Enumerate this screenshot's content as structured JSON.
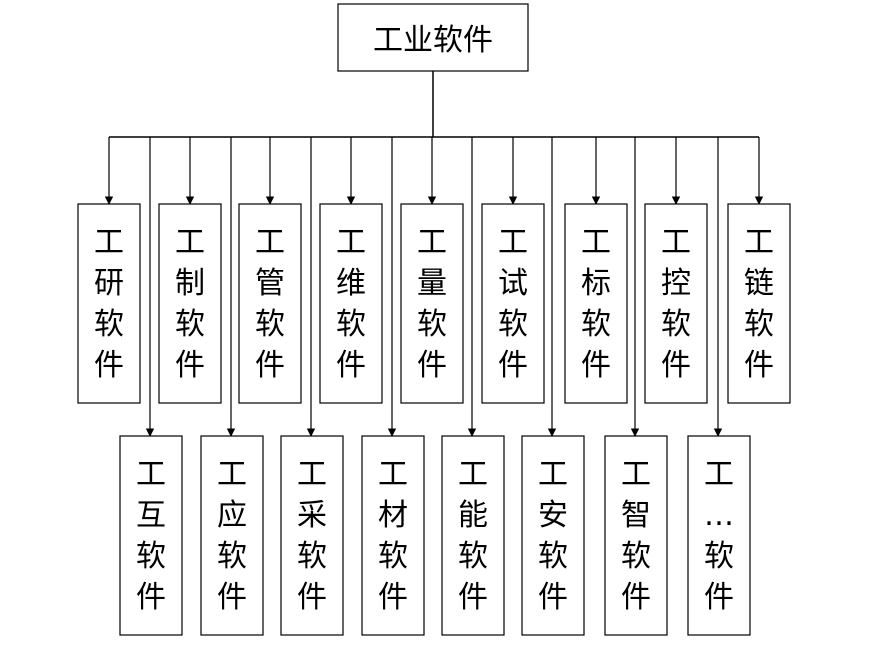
{
  "root": {
    "label": "工业软件"
  },
  "top_row": [
    {
      "label": "工研软件"
    },
    {
      "label": "工制软件"
    },
    {
      "label": "工管软件"
    },
    {
      "label": "工维软件"
    },
    {
      "label": "工量软件"
    },
    {
      "label": "工试软件"
    },
    {
      "label": "工标软件"
    },
    {
      "label": "工控软件"
    },
    {
      "label": "工链软件"
    }
  ],
  "bottom_row": [
    {
      "label": "工互软件"
    },
    {
      "label": "工应软件"
    },
    {
      "label": "工采软件"
    },
    {
      "label": "工材软件"
    },
    {
      "label": "工能软件"
    },
    {
      "label": "工安软件"
    },
    {
      "label": "工智软件"
    },
    {
      "label": "工…软件"
    }
  ],
  "colors": {
    "stroke": "#000000",
    "fill": "#ffffff",
    "text": "#000000"
  }
}
